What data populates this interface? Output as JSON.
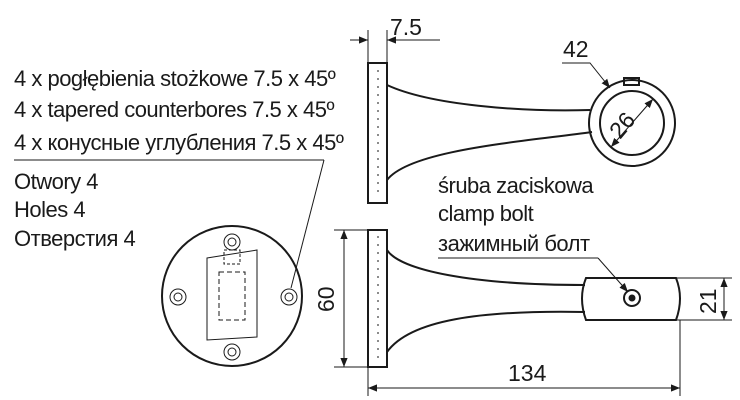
{
  "notes": {
    "countersinks_pl": "4 x pogłębienia stożkowe 7.5 x 45º",
    "countersinks_en": "4 x tapered counterbores  7.5 x 45º",
    "countersinks_ru": "4 x конусные углубления 7.5 x 45º",
    "holes_pl": "Otwory 4",
    "holes_en": "Holes 4",
    "holes_ru": "Отверстия 4",
    "bolt_pl": "śruba zaciskowa",
    "bolt_en": "clamp bolt",
    "bolt_ru": "зажимный болт"
  },
  "dimensions": {
    "plate_thickness": "7.5",
    "ring_outer": "42",
    "ring_inner": "26",
    "height": "60",
    "length": "134",
    "clamp_diameter": "21"
  },
  "colors": {
    "line": "#1a1a1a",
    "background": "#ffffff"
  }
}
